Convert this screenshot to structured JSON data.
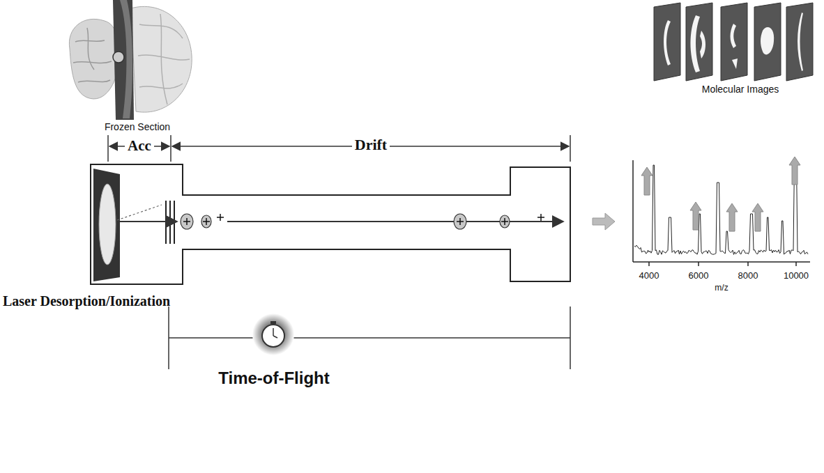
{
  "diagram": {
    "labels": [
      "Frozen Section",
      "Acc",
      "Drift",
      "Molecular Images",
      "Laser Desorption/Ionization",
      "4000",
      "6000",
      "8000",
      "10000",
      "m/z",
      "Time-of-Flight"
    ]
  }
}
